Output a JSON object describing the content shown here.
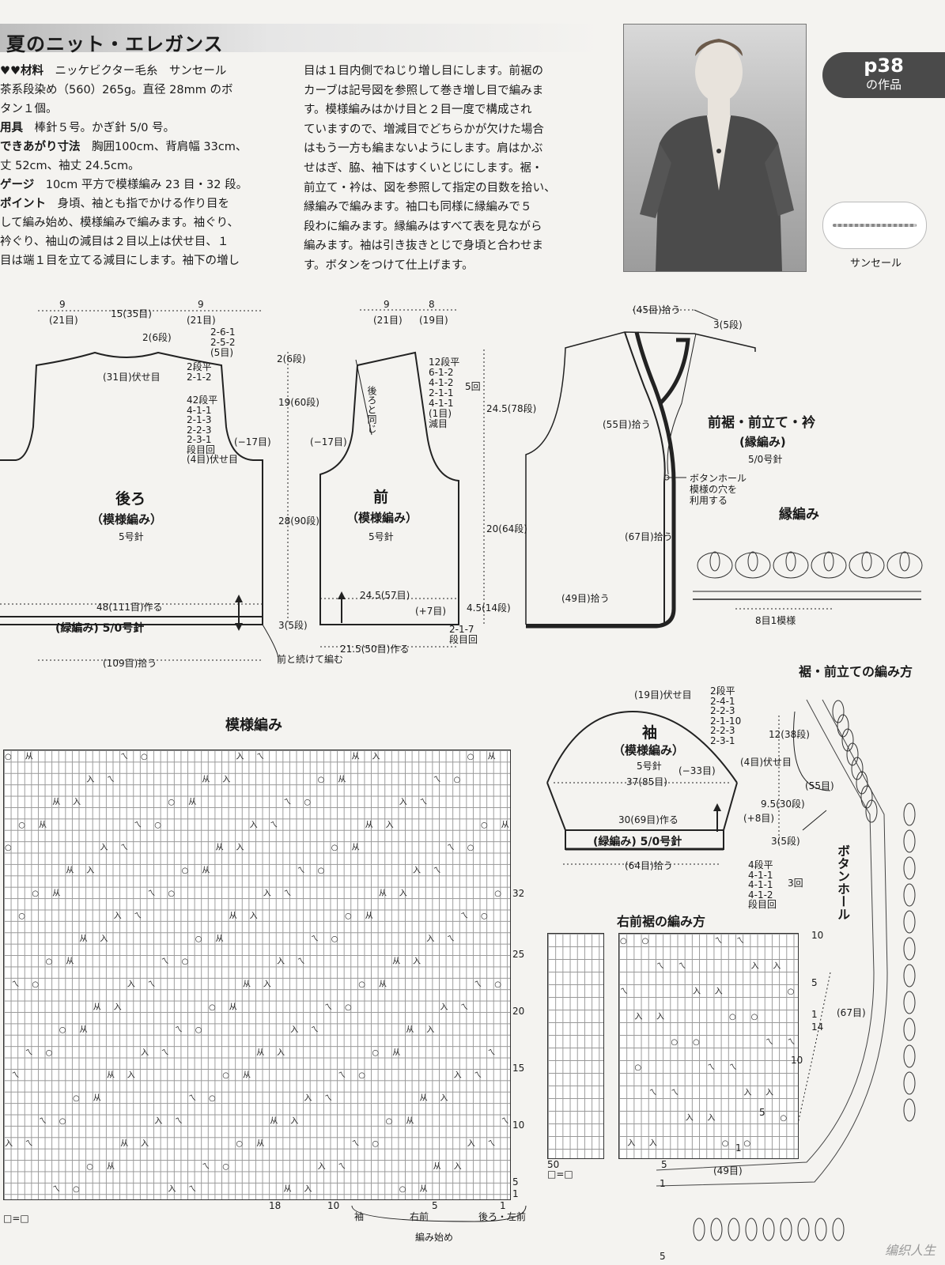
{
  "header": {
    "title": "夏のニット・エレガンス",
    "page_badge": "p38",
    "page_badge_sub": "の作品",
    "yarn_label": "サンセール"
  },
  "text": {
    "col1": [
      {
        "k": "♥♥材料",
        "v": "　ニッケビクター毛糸　サンセール"
      },
      {
        "k": "",
        "v": "茶系段染め（560）265g。直径 28mm のボ"
      },
      {
        "k": "",
        "v": "タン１個。"
      },
      {
        "k": "用具",
        "v": "　棒針５号。かぎ針 5/0 号。"
      },
      {
        "k": "できあがり寸法",
        "v": "　胸囲100cm、背肩幅 33cm、"
      },
      {
        "k": "",
        "v": "丈 52cm、袖丈 24.5cm。"
      },
      {
        "k": "ゲージ",
        "v": "　10cm 平方で模様編み 23 目・32 段。"
      },
      {
        "k": "ポイント",
        "v": "　身頃、袖とも指でかける作り目を"
      },
      {
        "k": "",
        "v": "して編み始め、模様編みで編みます。袖ぐり、"
      },
      {
        "k": "",
        "v": "衿ぐり、袖山の減目は２目以上は伏せ目、１"
      },
      {
        "k": "",
        "v": "目は端１目を立てる減目にします。袖下の増し"
      }
    ],
    "col2": [
      "目は１目内側でねじり増し目にします。前裾の",
      "カーブは記号図を参照して巻き増し目で編みま",
      "す。模様編みはかけ目と２目一度で構成され",
      "ていますので、増減目でどちらかが欠けた場合",
      "はもう一方も編まないようにします。肩はかぶ",
      "せはぎ、脇、袖下はすくいとじにします。裾・",
      "前立て・衿は、図を参照して指定の目数を拾い、",
      "縁編みで編みます。袖口も同様に縁編みで５",
      "段わに編みます。縁編みはすべて表を見ながら",
      "編みます。袖は引き抜きとじで身頃と合わせま",
      "す。ボタンをつけて仕上げます。"
    ]
  },
  "back": {
    "title": "後ろ",
    "sub": "（模様編み）",
    "needle": "5号針",
    "top_dims": [
      "9",
      "15(35目)",
      "9"
    ],
    "top_sub": [
      "(21目)",
      "",
      "(21目)"
    ],
    "neck": "2(6段)",
    "neck_dec": [
      "2-6-1",
      "2-5-2",
      "(5目)"
    ],
    "bind": "(31目)伏せ目",
    "neck2": [
      "2段平",
      "2-1-2"
    ],
    "arm": [
      "42段平",
      "4-1-1",
      "2-1-3",
      "2-2-3",
      "2-3-1",
      "段目回",
      "(4目)伏せ目"
    ],
    "side": "(−17目)",
    "width": "48(111目)作る",
    "edge": "(緑編み) 5/0号針",
    "pick": "(109目)拾う",
    "v1": "2(6段)",
    "v2": "19(60段)",
    "v3": "28(90段)",
    "v4": "3(5段)",
    "note": "前と続けて編む"
  },
  "front": {
    "title": "前",
    "sub": "（模様編み）",
    "needle": "5号針",
    "top": [
      "9",
      "8"
    ],
    "top_sub": [
      "(21目)",
      "(19目)"
    ],
    "same": "後ろと同じ",
    "side": "(−17目)",
    "dec": [
      "12段平",
      "6-1-2",
      "4-1-2",
      "2-1-1",
      "4-1-1",
      "(1目)",
      "減目"
    ],
    "rep": "5回",
    "v1": "24.5(78段)",
    "v2": "20(64段)",
    "v3": "4.5(14段)",
    "width": "24.5(57目)",
    "inc": "(+7目)",
    "cast": "21.5(50目)作る",
    "step": [
      "2-1-7",
      "段目回"
    ]
  },
  "collar": {
    "top": "(45目)拾う",
    "top2": "3(5段)",
    "p1": "(55目)拾う",
    "p2": "(67目)拾う",
    "p3": "(49目)拾う",
    "buttonhole": [
      "ボタンホール",
      "模様の穴を",
      "利用する"
    ],
    "title": "前裾・前立て・衿",
    "sub": "(縁編み)",
    "needle": "5/0号針"
  },
  "edging": {
    "title": "縁編み",
    "unit": "8目1模様"
  },
  "pattern": {
    "title": "模様編み",
    "legend": "□=□",
    "row_nums": [
      "32",
      "25",
      "20",
      "15",
      "10",
      "5",
      "1"
    ],
    "col_nums": [
      "18",
      "10",
      "5",
      "1"
    ],
    "start": [
      "袖",
      "右前",
      "後ろ・左前"
    ],
    "start_label": "編み始め"
  },
  "sleeve": {
    "title": "袖",
    "sub": "（模様編み）",
    "needle": "5号針",
    "top": "(19目)伏せ目",
    "dec": [
      "2段平",
      "2-4-1",
      "2-2-3",
      "2-1-10",
      "2-2-3",
      "2-3-1"
    ],
    "bind": "(4目)伏せ目",
    "side": "(−33目)",
    "width": "37(85目)",
    "cast": "30(69目)作る",
    "inc": "(+8目)",
    "edge": "(緑編み) 5/0号針",
    "pick": "(64目)拾う",
    "v1": "12(38段)",
    "v2": "9.5(30段)",
    "v3": "3(5段)",
    "inc2": [
      "4段平",
      "4-1-1",
      "4-1-1",
      "4-1-2",
      "段目回"
    ],
    "rep": "3回"
  },
  "rightfront": {
    "title": "右前裾の編み方",
    "marks": [
      "10",
      "5",
      "1",
      "14",
      "10",
      "5",
      "1"
    ],
    "c50": "50",
    "c5": "5",
    "legend": "□=□"
  },
  "band": {
    "title": "裾・前立ての編み方",
    "p1": "(55目)",
    "p2": "(67目)",
    "p3": "(49目)",
    "bh": "ボタンホール",
    "marks": [
      "1",
      "5"
    ]
  },
  "watermark": "编织人生"
}
